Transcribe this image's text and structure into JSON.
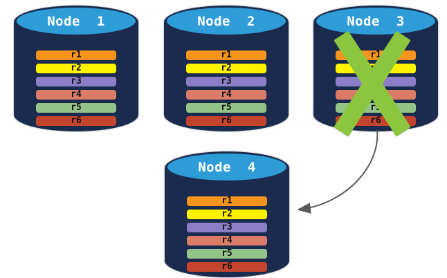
{
  "colors": {
    "background": "#FFFFFF",
    "cylinder-body": "#1B2B4D",
    "cylinder-top": "#2E9CD6",
    "title-text": "#FFFFFF",
    "row-text": "#111111",
    "fail-x": "#8CC63F",
    "arrow": "#595959"
  },
  "replicas": [
    {
      "label": "r1",
      "color": "#F7941E"
    },
    {
      "label": "r2",
      "color": "#FFF200"
    },
    {
      "label": "r3",
      "color": "#8B7EC6"
    },
    {
      "label": "r4",
      "color": "#DB7C69"
    },
    {
      "label": "r5",
      "color": "#94C389"
    },
    {
      "label": "r6",
      "color": "#C5442D"
    }
  ],
  "nodes": [
    {
      "id": "node-1",
      "label": "Node  1",
      "failed": false
    },
    {
      "id": "node-2",
      "label": "Node  2",
      "failed": false
    },
    {
      "id": "node-3",
      "label": "Node  3",
      "failed": true
    },
    {
      "id": "node-4",
      "label": "Node  4",
      "failed": false
    }
  ],
  "arrow": {
    "from": "node-3",
    "to": "node-4"
  }
}
